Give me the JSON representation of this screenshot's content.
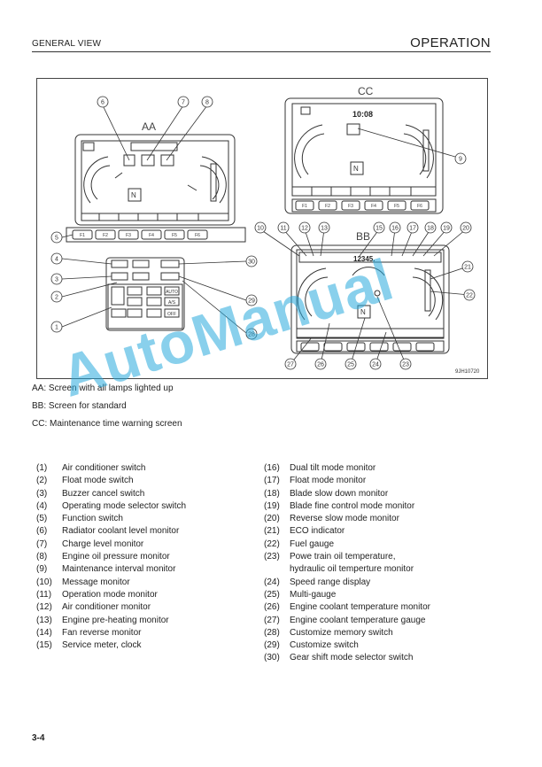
{
  "header": {
    "section": "GENERAL VIEW",
    "chapter": "OPERATION"
  },
  "figure": {
    "screen_labels": {
      "aa": "AA",
      "bb": "BB",
      "cc": "CC"
    },
    "code": "9JH10720",
    "clock": "10:08",
    "meter_digits": "12345.",
    "mode_letter": "N",
    "func_keys": [
      "F1",
      "F2",
      "F3",
      "F4",
      "F5",
      "F6"
    ],
    "switch_panel": {
      "auto": "AUTO",
      "as": "A/S",
      "off": "OFF"
    }
  },
  "captions": [
    "AA: Screen with all lamps lighted up",
    "BB: Screen for standard",
    "CC: Maintenance time warning screen"
  ],
  "legend_left": [
    {
      "num": "(1)",
      "text": "Air conditioner switch"
    },
    {
      "num": "(2)",
      "text": "Float mode switch"
    },
    {
      "num": "(3)",
      "text": "Buzzer cancel switch"
    },
    {
      "num": "(4)",
      "text": "Operating mode selector switch"
    },
    {
      "num": "(5)",
      "text": "Function switch"
    },
    {
      "num": "(6)",
      "text": "Radiator coolant level monitor"
    },
    {
      "num": "(7)",
      "text": "Charge level monitor"
    },
    {
      "num": "(8)",
      "text": "Engine oil pressure monitor"
    },
    {
      "num": "(9)",
      "text": "Maintenance interval monitor"
    },
    {
      "num": "(10)",
      "text": "Message monitor"
    },
    {
      "num": "(11)",
      "text": "Operation mode monitor"
    },
    {
      "num": "(12)",
      "text": "Air conditioner monitor"
    },
    {
      "num": "(13)",
      "text": "Engine pre-heating monitor"
    },
    {
      "num": "(14)",
      "text": "Fan reverse monitor"
    },
    {
      "num": "(15)",
      "text": "Service meter, clock"
    }
  ],
  "legend_right": [
    {
      "num": "(16)",
      "text": "Dual tilt mode monitor"
    },
    {
      "num": "(17)",
      "text": "Float mode monitor"
    },
    {
      "num": "(18)",
      "text": "Blade slow down monitor"
    },
    {
      "num": "(19)",
      "text": "Blade fine control mode monitor"
    },
    {
      "num": "(20)",
      "text": "Reverse slow mode monitor"
    },
    {
      "num": "(21)",
      "text": "ECO indicator"
    },
    {
      "num": "(22)",
      "text": "Fuel gauge"
    },
    {
      "num": "(23)",
      "text": "Powe train oil temperature,"
    },
    {
      "num": "",
      "text": "hydraulic oil temperture monitor"
    },
    {
      "num": "(24)",
      "text": "Speed range display"
    },
    {
      "num": "(25)",
      "text": "Multi-gauge"
    },
    {
      "num": "(26)",
      "text": "Engine coolant temperature monitor"
    },
    {
      "num": "(27)",
      "text": "Engine coolant temperature gauge"
    },
    {
      "num": "(28)",
      "text": "Customize memory switch"
    },
    {
      "num": "(29)",
      "text": "Customize switch"
    },
    {
      "num": "(30)",
      "text": "Gear shift mode selector switch"
    }
  ],
  "footer": {
    "page": "3-4"
  },
  "watermark": "AutoManual"
}
